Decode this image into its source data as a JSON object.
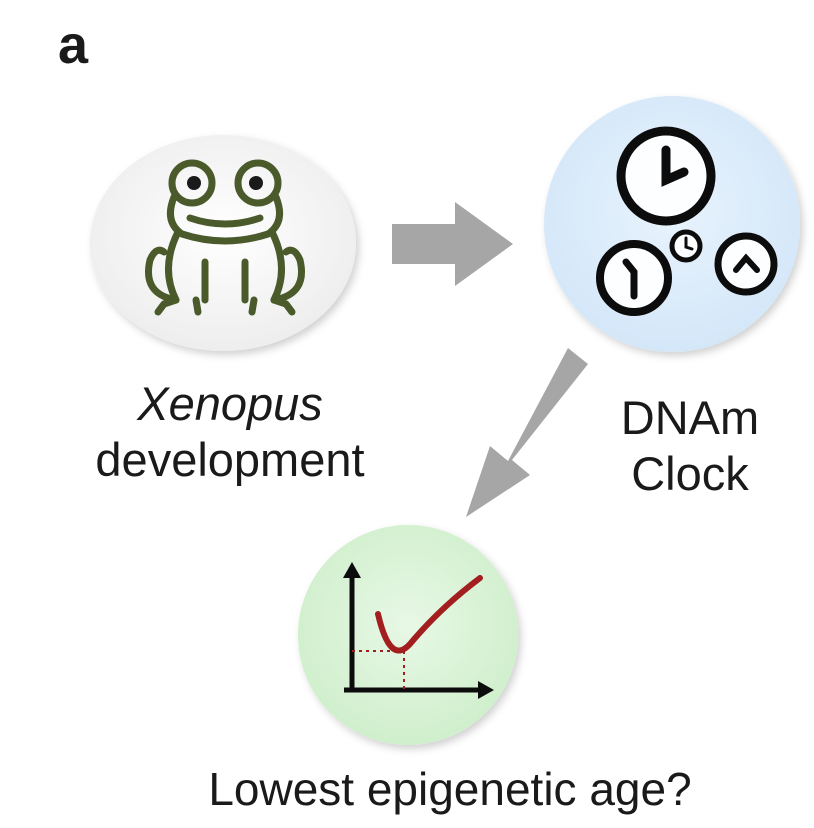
{
  "panel_letter": "a",
  "nodes": {
    "development": {
      "line1": "Xenopus",
      "line2": "development",
      "icon": "frog-icon"
    },
    "clock": {
      "line1": "DNAm",
      "line2": "Clock",
      "icon": "clocks-icon"
    },
    "result": {
      "text": "Lowest epigenetic age?",
      "icon": "age-curve-icon"
    }
  },
  "colors": {
    "frog": "#4a5a2a",
    "frog_bg": "#f6f6f6",
    "clock_bg": "#dfeefc",
    "result_bg": "#dff5dd",
    "curve": "#a31f1f",
    "arrow": "#a6a6a6"
  }
}
